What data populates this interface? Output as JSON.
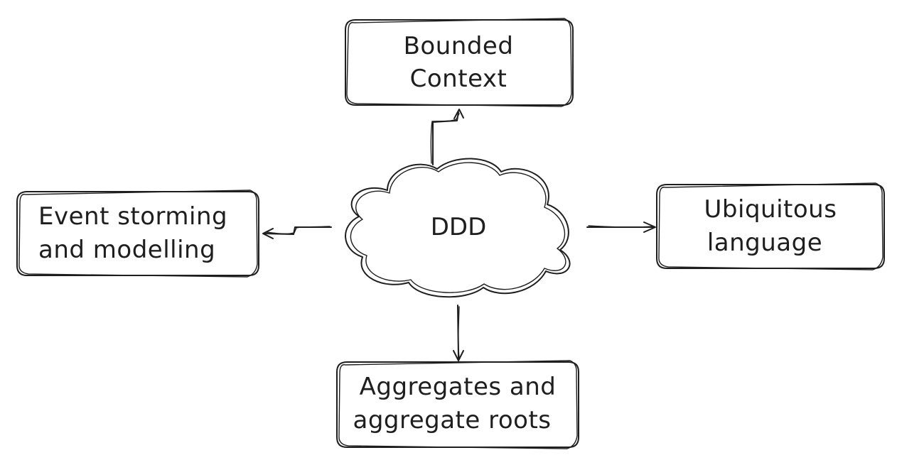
{
  "center": {
    "label": "DDD"
  },
  "nodes": {
    "top": {
      "line1": "Bounded",
      "line2": "Context"
    },
    "left": {
      "line1": "Event storming",
      "line2": "and modelling"
    },
    "right": {
      "line1": "Ubiquitous",
      "line2": "language"
    },
    "bottom": {
      "line1": "Aggregates and",
      "line2": "aggregate roots"
    }
  }
}
